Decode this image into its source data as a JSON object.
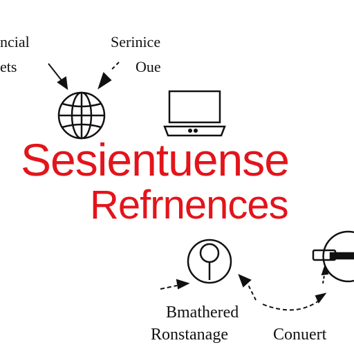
{
  "labels": {
    "top_left_1": "ncial",
    "top_left_2": "ets",
    "top_right_1": "Serinice",
    "top_right_2": "Oue",
    "bottom_1": "Bmathered",
    "bottom_2": "Ronstanage",
    "bottom_3": "Conuert"
  },
  "headline": {
    "line1": "Sesientuense",
    "line2": "Refrnences"
  },
  "icons": [
    "globe-icon",
    "computer-icon",
    "search-icon",
    "key-icon"
  ],
  "colors": {
    "accent": "#e3141b",
    "ink": "#111111",
    "background": "#ffffff"
  }
}
